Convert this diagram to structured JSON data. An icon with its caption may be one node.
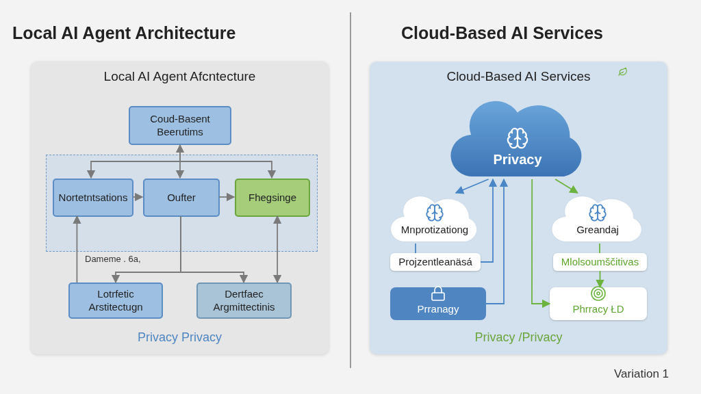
{
  "diagram": {
    "nodes": [
      {
        "text": [
          "Local AI Agent Afcntecture",
          "Privacy Privacy"
        ]
      },
      {
        "text": [
          "Coud-Basent Beerutims"
        ],
        "in": 0
      },
      {
        "text": [],
        "shape": "box",
        "in": 0
      },
      {
        "text": [
          "Nortetntsations"
        ],
        "in": 2
      },
      {
        "text": [
          "Oufter"
        ],
        "in": 2
      },
      {
        "text": [
          "Fhegsinge"
        ],
        "in": 2
      },
      {
        "text": [
          "Lotrfetic Arstitectugn"
        ],
        "in": 0
      },
      {
        "text": [
          "Dertfaec Argmittectinis"
        ],
        "in": 0
      },
      {
        "text": [
          "Cloud-Based AI Services",
          "Privacy /Privacy"
        ]
      },
      {
        "text": [
          "Privacy"
        ],
        "in": 8
      },
      {
        "text": [
          "Mnprotizationg"
        ],
        "in": 8
      },
      {
        "text": [
          "Greandaj"
        ],
        "in": 8
      },
      {
        "text": [
          "Projzentleanäsá"
        ],
        "in": 8
      },
      {
        "text": [
          "Mlolsoumščitivas"
        ],
        "in": 8
      },
      {
        "text": [
          "Prranagy"
        ],
        "in": 8
      },
      {
        "text": [
          "Phrracy ŁD"
        ],
        "in": 8
      }
    ],
    "edges": [
      {
        "from": 1,
        "to": 4,
        "arrow": "both"
      },
      {
        "from": 1,
        "to": 3,
        "arrow": "to"
      },
      {
        "from": 1,
        "to": 5,
        "arrow": "to"
      },
      {
        "from": 3,
        "to": 4,
        "arrow": "to"
      },
      {
        "from": 4,
        "to": 5,
        "arrow": "to"
      },
      {
        "from": 4,
        "to": 6,
        "arrow": "to"
      },
      {
        "from": 4,
        "to": 7,
        "arrow": "to"
      },
      {
        "from": 6,
        "to": 3,
        "arrow": "to"
      },
      {
        "from": 7,
        "to": 5,
        "arrow": "both"
      },
      {
        "from": 9,
        "to": 10,
        "arrow": "to",
        "color": "#4a86c5"
      },
      {
        "from": 9,
        "to": 11,
        "arrow": "to",
        "color": "#6db33f"
      },
      {
        "from": 14,
        "to": 9,
        "arrow": "to",
        "color": "#4a86c5"
      },
      {
        "from": 9,
        "to": 15,
        "arrow": "to",
        "color": "#6db33f"
      },
      {
        "from": 10,
        "to": 12,
        "arrow": "none",
        "color": "#4a86c5"
      },
      {
        "from": 11,
        "to": 13,
        "arrow": "none",
        "color": "#6db33f"
      },
      {
        "from": 13,
        "to": 15,
        "arrow": "to",
        "color": "#6db33f"
      },
      {
        "from": 12,
        "to": 9,
        "arrow": "to",
        "color": "#4a86c5"
      }
    ],
    "labels": [
      "Local AI Agent Architecture",
      "Cloud-Based AI Services",
      "Dameme . 6a,",
      "Variation 1"
    ]
  }
}
